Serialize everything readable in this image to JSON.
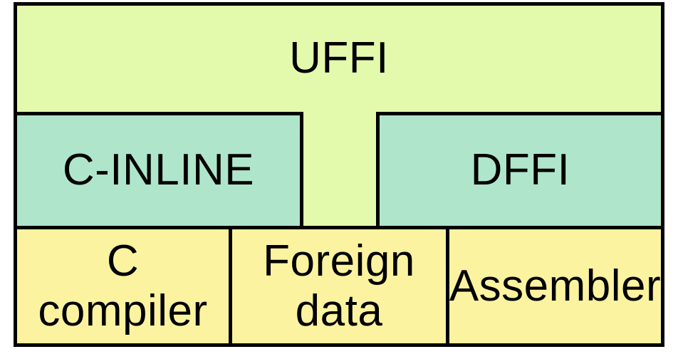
{
  "colors": {
    "page_bg": "#FFFFFF",
    "line": "#000000",
    "text": "#000000",
    "uffi_bg": "#E3FAAC",
    "middle_bg": "#AFE6CB",
    "bottom_bg": "#FBF3A0"
  },
  "layers": {
    "top": {
      "label": "UFFI"
    },
    "middle": [
      {
        "label": "C-INLINE"
      },
      {
        "label": "DFFI"
      }
    ],
    "bottom": [
      {
        "label": "C\ncompiler"
      },
      {
        "label": "Foreign\ndata"
      },
      {
        "label": "Assembler"
      }
    ]
  }
}
